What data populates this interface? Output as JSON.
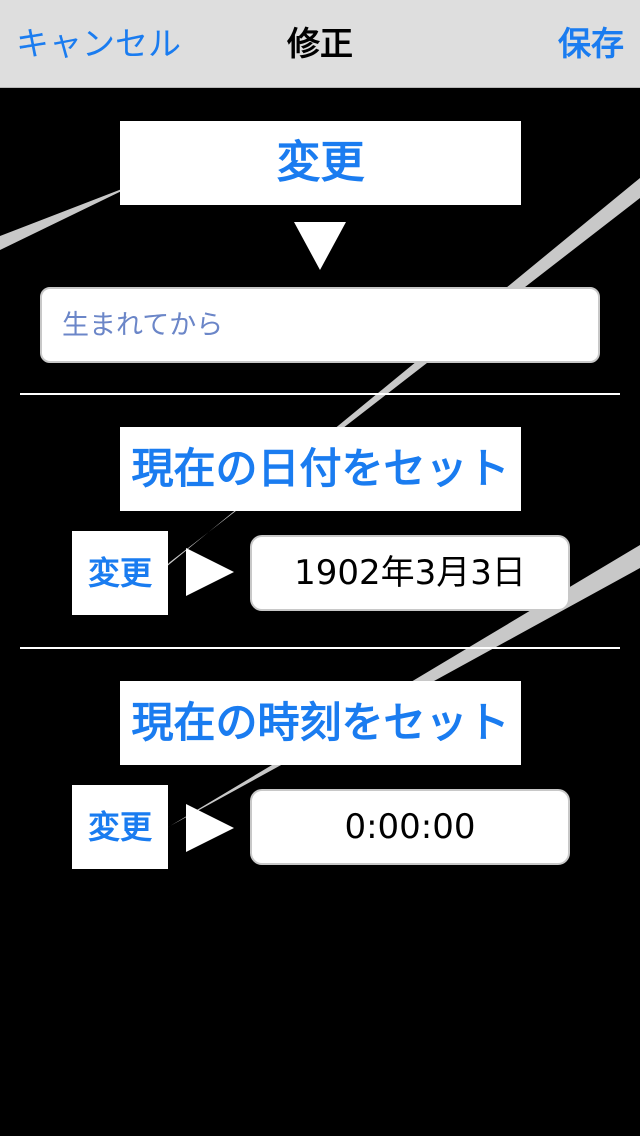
{
  "navbar": {
    "cancel_label": "キャンセル",
    "title": "修正",
    "save_label": "保存"
  },
  "main": {
    "change_label": "変更",
    "input": {
      "value": "",
      "placeholder": "生まれてから"
    },
    "date_section": {
      "set_label": "現在の日付をセット",
      "change_label": "変更",
      "value": "1902年3月3日"
    },
    "time_section": {
      "set_label": "現在の時刻をセット",
      "change_label": "変更",
      "value": "0:00:00"
    }
  },
  "colors": {
    "accent": "#1a7cf0",
    "navbar_bg": "#dedede",
    "background": "#000000"
  }
}
